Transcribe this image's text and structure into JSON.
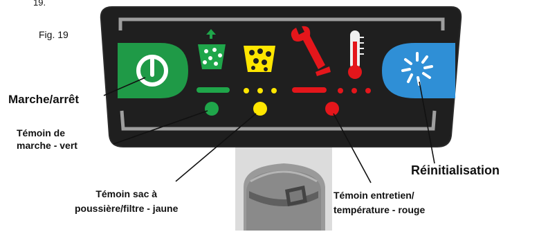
{
  "top_fragment": "19.",
  "figure_label": "Fig. 19",
  "labels": {
    "power": "Marche/arrêt",
    "power_led_line1": "Témoin de",
    "power_led_line2": "marche - vert",
    "bag_led_line1": "Témoin sac à",
    "bag_led_line2": "poussière/filtre - jaune",
    "service_led_line1": "Témoin entretien/",
    "service_led_line2": "température - rouge",
    "reset": "Réinitialisation"
  },
  "colors": {
    "panel": "#1f1f1f",
    "panel_border": "#bdbdbd",
    "power_button": "#1f9a47",
    "reset_button": "#2f8fd6",
    "green": "#1fa64a",
    "yellow": "#ffe600",
    "red": "#e4161b",
    "thermo_bulb": "#e4161b"
  },
  "icons": {
    "power_button": "power-icon",
    "bag_indicator": "dust-bag-icon",
    "filter_indicator": "filter-icon",
    "service_indicator": "wrench-icon",
    "temperature_indicator": "thermometer-icon",
    "reset_button": "reset-icon"
  }
}
